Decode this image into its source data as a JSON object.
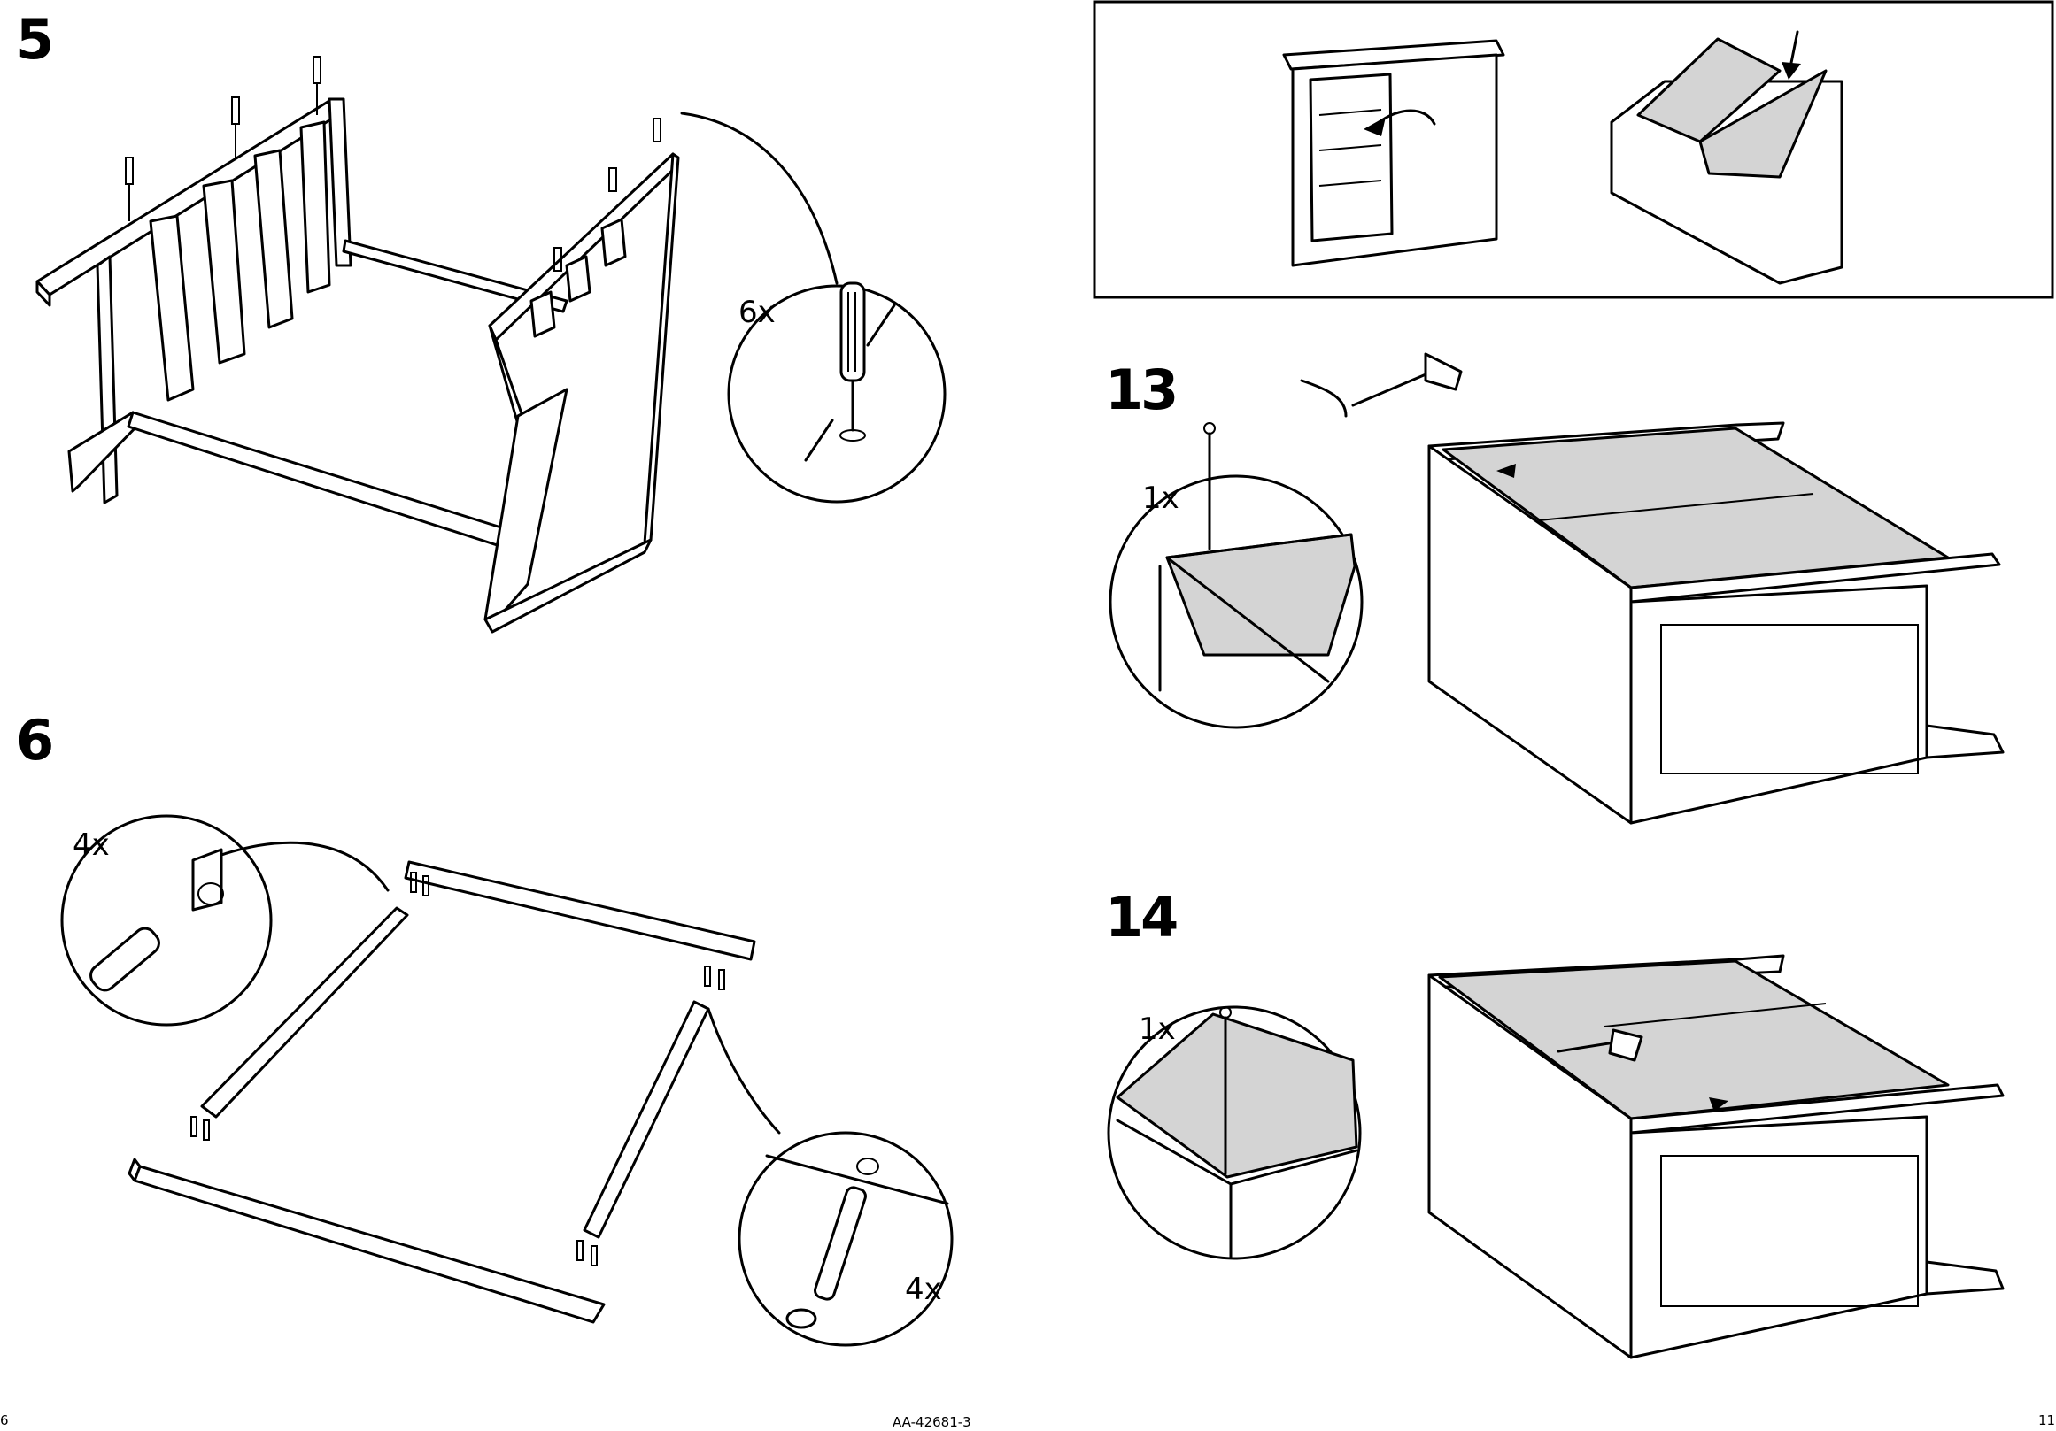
{
  "steps": {
    "s5": {
      "number": "5",
      "quantity": "6x"
    },
    "s6": {
      "number": "6",
      "quantity_a": "4x",
      "quantity_b": "4x"
    },
    "s13": {
      "number": "13",
      "quantity": "1x"
    },
    "s14": {
      "number": "14",
      "quantity": "1x"
    }
  },
  "footer": {
    "page_left": "6",
    "doc_code": "AA-42681-3",
    "page_right": "11"
  },
  "colors": {
    "ink": "#000000",
    "panel_gray": "#d4d4d4",
    "paper": "#ffffff"
  }
}
